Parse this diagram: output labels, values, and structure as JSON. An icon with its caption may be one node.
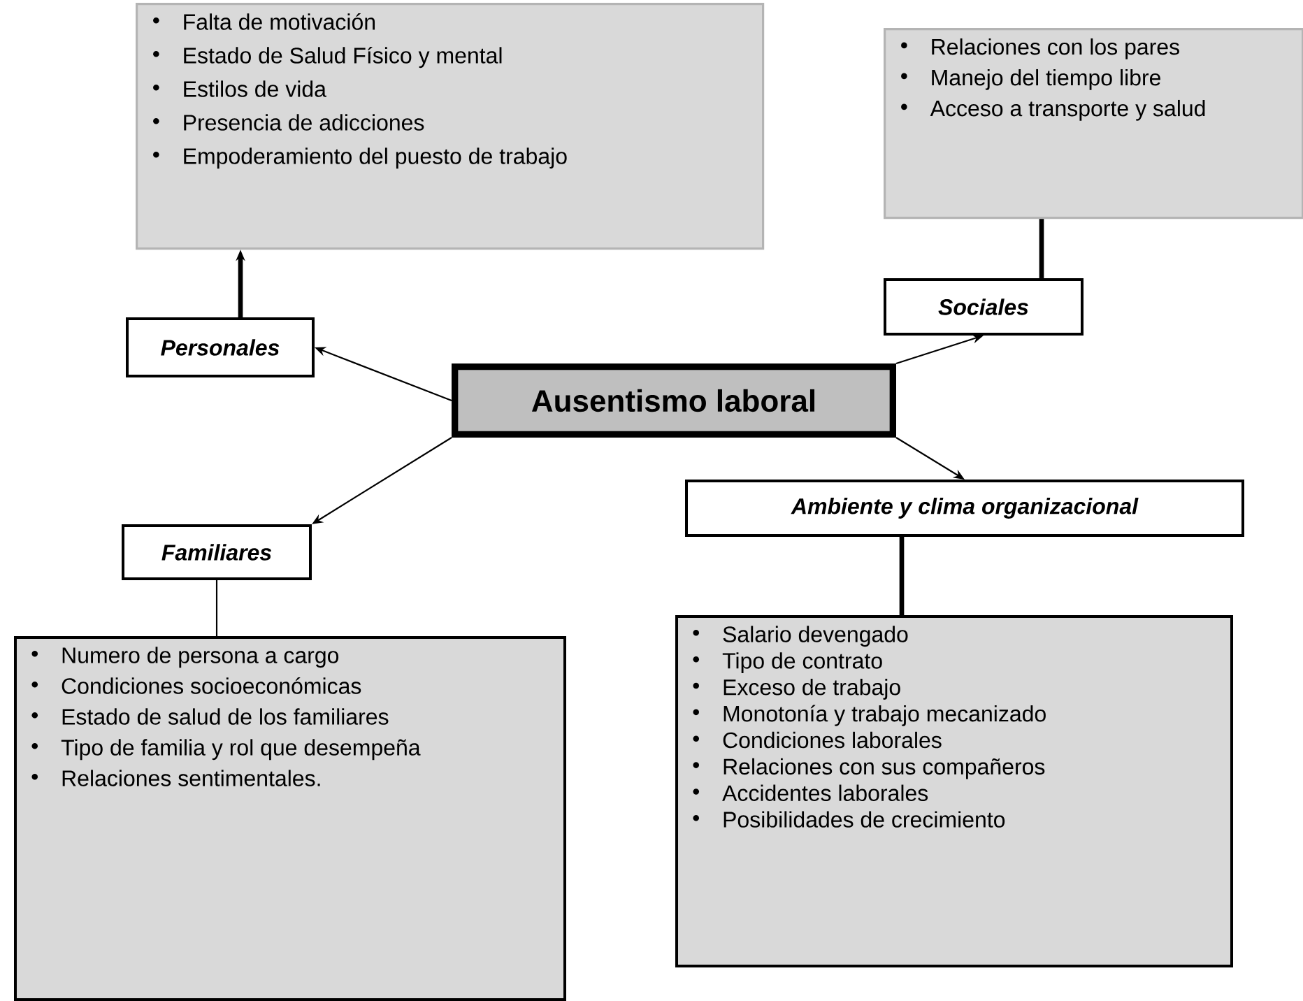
{
  "diagram": {
    "nodes": [
      {
        "text": [
          "Ausentismo laboral"
        ]
      },
      {
        "text": [
          "Personales"
        ]
      },
      {
        "text": [
          "Sociales"
        ]
      },
      {
        "text": [
          "Familiares"
        ]
      },
      {
        "text": [
          "Ambiente y clima organizacional"
        ]
      },
      {
        "text": [
          "Falta de motivación",
          "Estado de Salud Físico y mental",
          "Estilos de vida",
          "Presencia de adicciones",
          "Empoderamiento del puesto de trabajo"
        ]
      },
      {
        "text": [
          "Relaciones con los pares",
          "Manejo del tiempo libre",
          "Acceso a transporte y salud"
        ]
      },
      {
        "text": [
          "Numero de persona a cargo",
          "Condiciones socioeconómicas",
          "Estado de salud de los familiares",
          "Tipo de familia y rol que desempeña",
          "Relaciones sentimentales."
        ]
      },
      {
        "text": [
          "Salario devengado",
          "Tipo de contrato",
          "Exceso de trabajo",
          "Monotonía y trabajo mecanizado",
          "Condiciones laborales",
          "Relaciones con sus compañeros",
          "Accidentes laborales",
          "Posibilidades de crecimiento"
        ]
      }
    ],
    "edges": [
      {
        "from": 0,
        "to": 1,
        "arrow": "to"
      },
      {
        "from": 0,
        "to": 2,
        "arrow": "to"
      },
      {
        "from": 0,
        "to": 3,
        "arrow": "to"
      },
      {
        "from": 0,
        "to": 4,
        "arrow": "to"
      },
      {
        "from": 1,
        "to": 5,
        "arrow": "to",
        "style": "thick"
      },
      {
        "from": 2,
        "to": 6,
        "arrow": "none",
        "style": "thick"
      },
      {
        "from": 3,
        "to": 7,
        "arrow": "none"
      },
      {
        "from": 4,
        "to": 8,
        "arrow": "none",
        "style": "thick"
      }
    ]
  }
}
